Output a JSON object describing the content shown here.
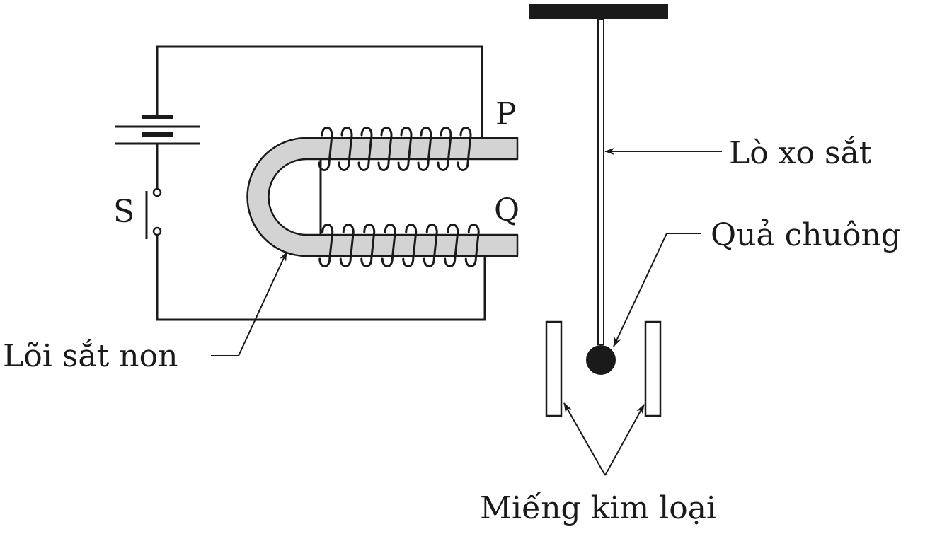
{
  "labels": {
    "terminal_p": "P",
    "terminal_q": "Q",
    "switch": "S",
    "spring": "Lò xo sắt",
    "bell_ball": "Quả chuông",
    "core": "Lõi sắt non",
    "plates": "Miếng kim loại"
  },
  "colors": {
    "ink": "#1a1a1a",
    "core_fill": "#d3d3d3",
    "background": "#ffffff"
  }
}
